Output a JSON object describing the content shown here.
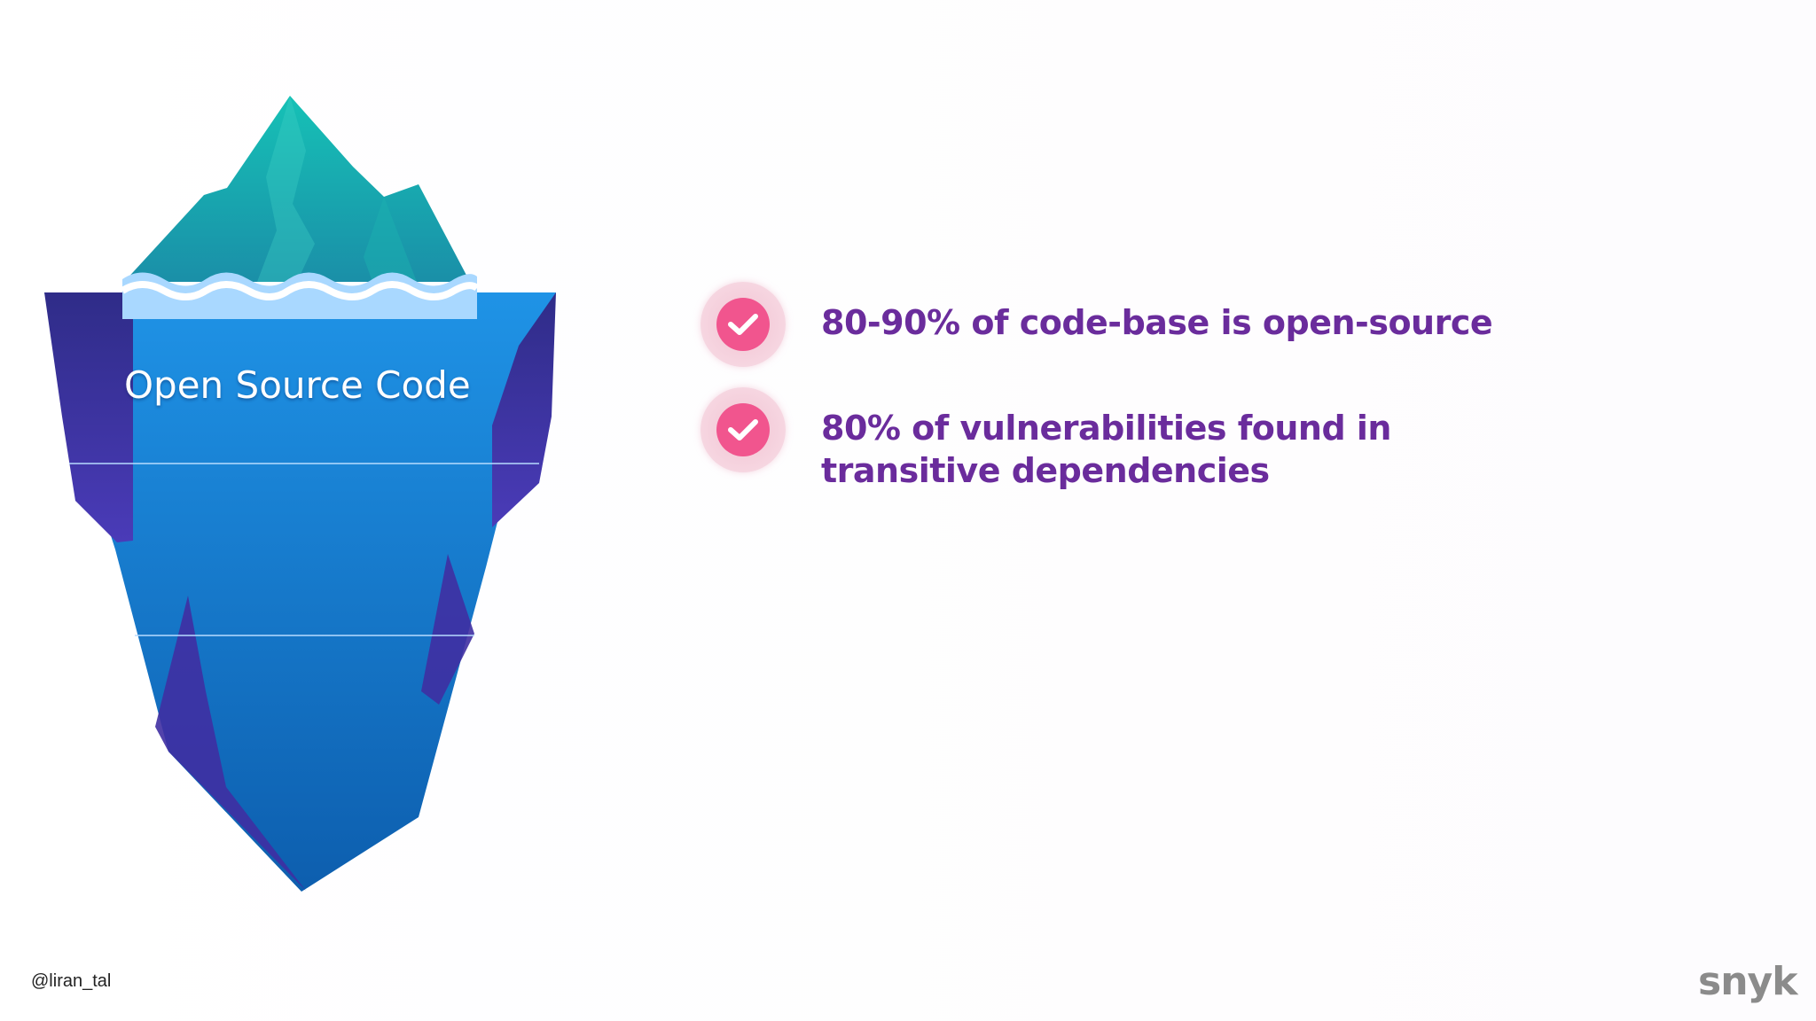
{
  "slide": {
    "iceberg_label": "Open Source Code",
    "bullets": [
      {
        "text": "80-90% of code-base is open-source",
        "icon": "checkmark-icon"
      },
      {
        "text": "80% of vulnerabilities found in transitive dependencies",
        "icon": "checkmark-icon"
      }
    ],
    "footer": {
      "handle": "@liran_tal",
      "logo": "snyk"
    }
  },
  "colors": {
    "bullet_text": "#6a2c9c",
    "check_accent": "#f1558e",
    "water_blue": "#1e88e5",
    "ice_teal": "#17b8b0"
  }
}
